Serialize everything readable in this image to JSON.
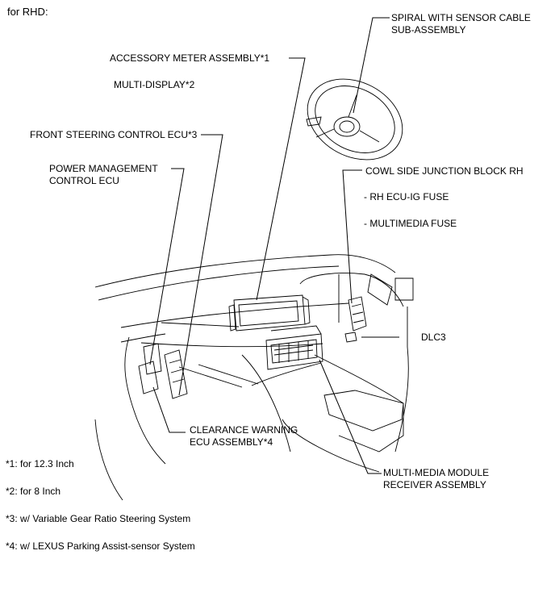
{
  "header": {
    "title": "for RHD:"
  },
  "labels": {
    "spiral": "SPIRAL WITH SENSOR CABLE",
    "spiral_line2": "SUB-ASSEMBLY",
    "accessory_meter": "ACCESSORY METER ASSEMBLY*1",
    "multi_display": "MULTI-DISPLAY*2",
    "front_steering": "FRONT STEERING CONTROL ECU*3",
    "power_mgmt": "POWER MANAGEMENT",
    "power_mgmt_line2": "CONTROL ECU",
    "cowl_side": "COWL SIDE JUNCTION BLOCK RH",
    "rh_ecu_ig": "- RH ECU-IG FUSE",
    "multimedia_fuse": "- MULTIMEDIA FUSE",
    "dlc3": "DLC3",
    "clearance": "CLEARANCE WARNING",
    "clearance_line2": "ECU ASSEMBLY*4",
    "mm_module": "MULTI-MEDIA MODULE",
    "mm_module_line2": "RECEIVER ASSEMBLY"
  },
  "footnotes": [
    "*1: for 12.3 Inch",
    "*2: for 8 Inch",
    "*3: w/ Variable Gear Ratio Steering System",
    "*4: w/ LEXUS Parking Assist-sensor System"
  ]
}
